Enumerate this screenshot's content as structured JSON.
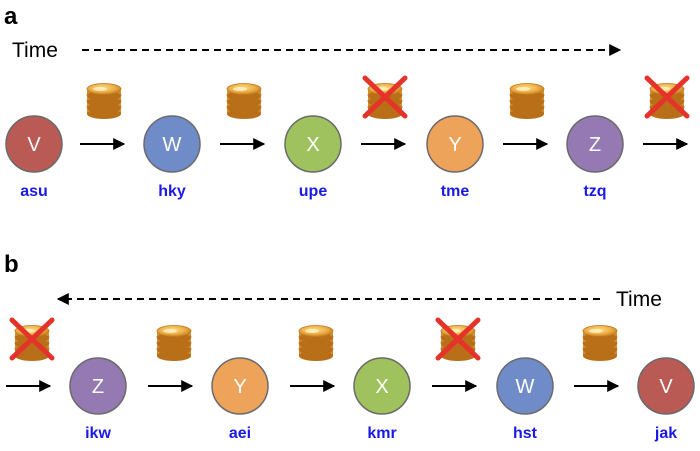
{
  "colors": {
    "V": "#b95a55",
    "W": "#6f8cc8",
    "X": "#9fc15e",
    "Y": "#eea35a",
    "Z": "#9479b3",
    "id_text": "#1a1ae6",
    "cross": "#e5332a",
    "coin": "#e8a43a"
  },
  "panels": [
    {
      "letter": "a",
      "time_label": "Time",
      "time_direction": "right",
      "nodes": [
        {
          "letter": "V",
          "id": "asu"
        },
        {
          "letter": "W",
          "id": "hky"
        },
        {
          "letter": "X",
          "id": "upe"
        },
        {
          "letter": "Y",
          "id": "tme"
        },
        {
          "letter": "Z",
          "id": "tzq"
        }
      ],
      "arrows": [
        {
          "icon": "coins-icon"
        },
        {
          "icon": "coins-icon"
        },
        {
          "icon": "crossed-coins-icon"
        },
        {
          "icon": "coins-icon"
        },
        {
          "icon": "crossed-coins-icon"
        }
      ]
    },
    {
      "letter": "b",
      "time_label": "Time",
      "time_direction": "left",
      "nodes": [
        {
          "letter": "Z",
          "id": "ikw"
        },
        {
          "letter": "Y",
          "id": "aei"
        },
        {
          "letter": "X",
          "id": "kmr"
        },
        {
          "letter": "W",
          "id": "hst"
        },
        {
          "letter": "V",
          "id": "jak"
        }
      ],
      "arrows": [
        {
          "icon": "crossed-coins-icon"
        },
        {
          "icon": "coins-icon"
        },
        {
          "icon": "coins-icon"
        },
        {
          "icon": "crossed-coins-icon"
        },
        {
          "icon": "coins-icon"
        }
      ]
    }
  ]
}
